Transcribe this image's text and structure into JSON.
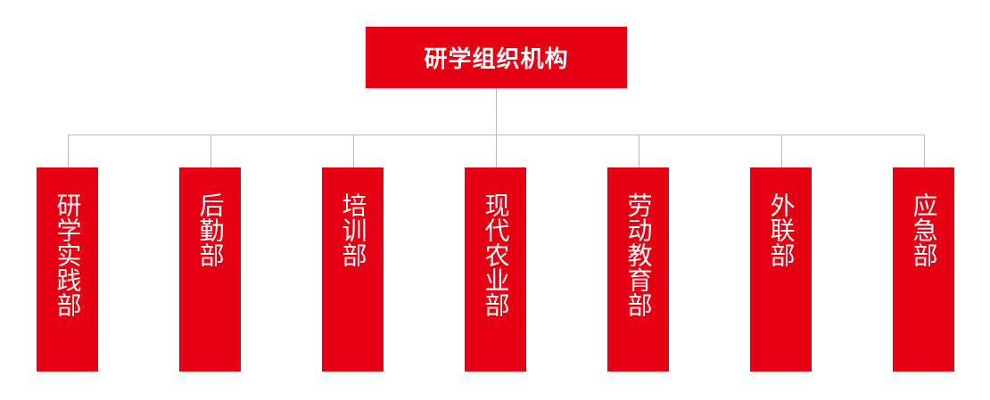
{
  "root": {
    "title": "研学组织机构"
  },
  "departments": [
    {
      "label": "研学实践部"
    },
    {
      "label": "后勤部"
    },
    {
      "label": "培训部"
    },
    {
      "label": "现代农业部"
    },
    {
      "label": "劳动教育部"
    },
    {
      "label": "外联部"
    },
    {
      "label": "应急部"
    }
  ],
  "colors": {
    "box_fill": "#e60012",
    "box_text": "#ffffff",
    "connector": "#b9b9b9"
  }
}
